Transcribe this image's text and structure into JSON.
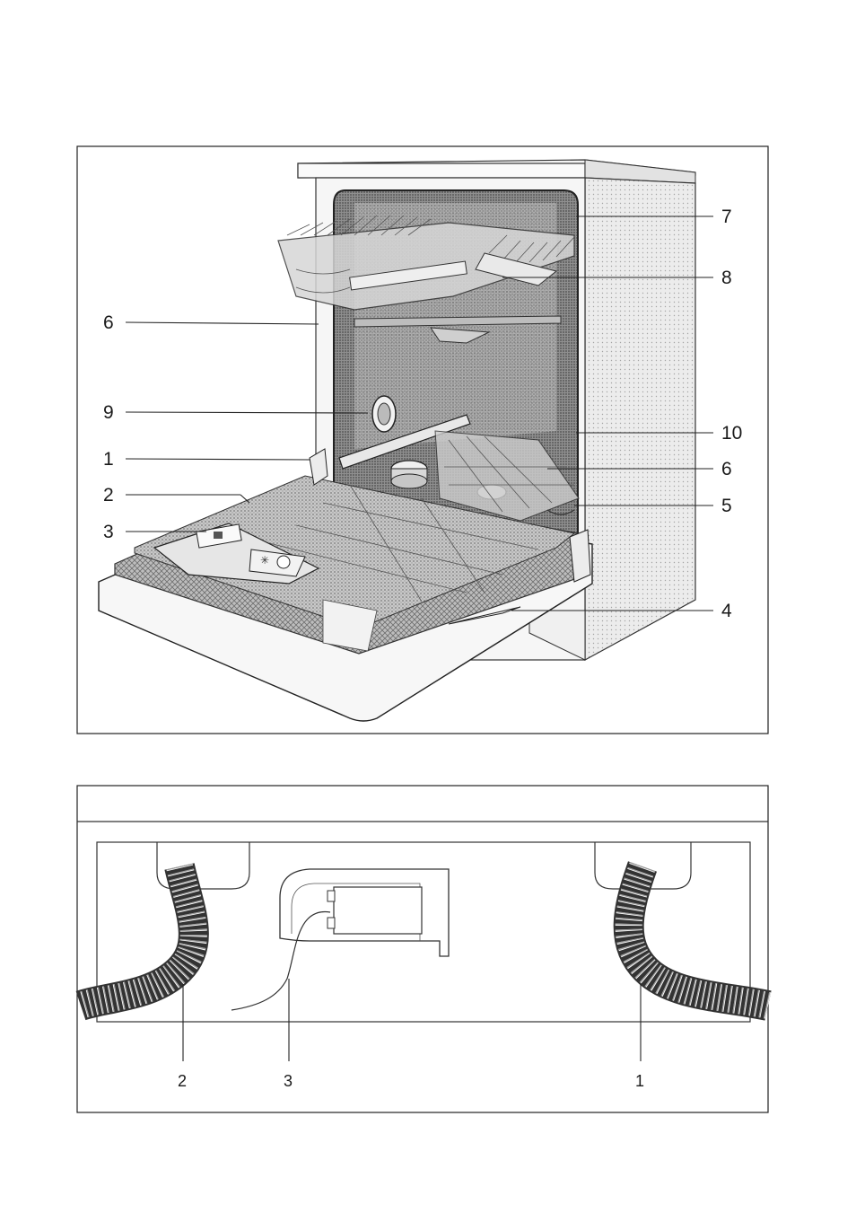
{
  "figure1": {
    "callouts": {
      "l6": "6",
      "l9": "9",
      "l1": "1",
      "l2": "2",
      "l3": "3",
      "r7": "7",
      "r8": "8",
      "r10": "10",
      "r6": "6",
      "r5": "5",
      "r4": "4"
    }
  },
  "figure2": {
    "callouts": {
      "c2": "2",
      "c3": "3",
      "c1": "1"
    }
  }
}
